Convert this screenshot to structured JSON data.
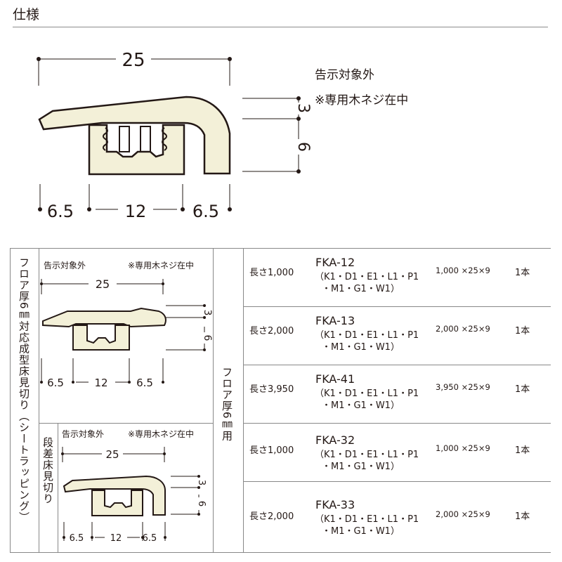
{
  "section_title": "仕様",
  "main_figure": {
    "note_exempt": "告示対象外",
    "note_screw": "※専用木ネジ在中",
    "dim_width": "25",
    "dim_top": "3",
    "dim_height": "6",
    "dim_left": "6.5",
    "dim_center": "12",
    "dim_right": "6.5",
    "profile_color": "#f3f0d8"
  },
  "table": {
    "category_label": "フロア厚6㎜対応成型床見切り（シートラッピング）",
    "sub_label": "段差床見切り",
    "middle_label": "フロア厚6㎜用",
    "figure_a": {
      "note_exempt": "告示対象外",
      "note_screw": "※専用木ネジ在中",
      "dim_width": "25",
      "dim_top": "3",
      "dim_height": "6",
      "dim_left": "6.5",
      "dim_center": "12",
      "dim_right": "6.5"
    },
    "figure_b": {
      "note_exempt": "告示対象外",
      "note_screw": "※専用木ネジ在中",
      "dim_width": "25",
      "dim_top": "3",
      "dim_height": "6",
      "dim_left": "6.5",
      "dim_center": "12",
      "dim_right": "6.5"
    },
    "rows": [
      {
        "length": "長さ1,000",
        "code": "FKA-12",
        "colors_1": "（K1・D1・E1・L1・P1",
        "colors_2": "・M1・G1・W1）",
        "dims": "1,000 ×25×9",
        "qty": "1本"
      },
      {
        "length": "長さ2,000",
        "code": "FKA-13",
        "colors_1": "（K1・D1・E1・L1・P1",
        "colors_2": "・M1・G1・W1）",
        "dims": "2,000 ×25×9",
        "qty": "1本"
      },
      {
        "length": "長さ3,950",
        "code": "FKA-41",
        "colors_1": "（K1・D1・E1・L1・P1",
        "colors_2": "・M1・G1・W1）",
        "dims": "3,950 ×25×9",
        "qty": "1本"
      },
      {
        "length": "長さ1,000",
        "code": "FKA-32",
        "colors_1": "（K1・D1・E1・L1・P1",
        "colors_2": "・M1・G1・W1）",
        "dims": "1,000 ×25×9",
        "qty": "1本"
      },
      {
        "length": "長さ2,000",
        "code": "FKA-33",
        "colors_1": "（K1・D1・E1・L1・P1",
        "colors_2": "・M1・G1・W1）",
        "dims": "2,000 ×25×9",
        "qty": "1本"
      }
    ]
  }
}
